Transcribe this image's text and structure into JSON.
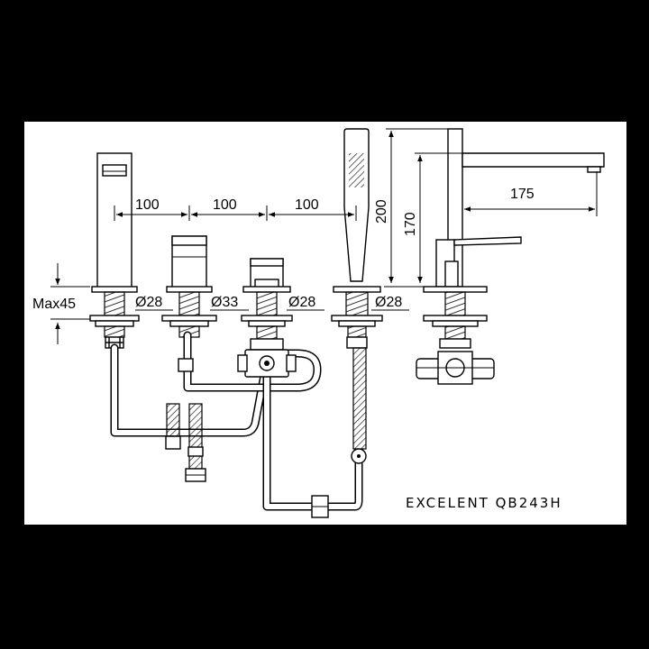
{
  "dimensions": {
    "spacing_1": "100",
    "spacing_2": "100",
    "spacing_3": "100",
    "spout_reach": "175",
    "height_total": "200",
    "height_spout": "170",
    "deck_thickness": "Max45",
    "hole_1": "Ø28",
    "hole_2": "Ø33",
    "hole_3": "Ø28",
    "hole_4": "Ø28"
  },
  "model_label": "EXCELENT QB243H",
  "colors": {
    "background": "#000000",
    "sheet": "#ffffff",
    "line": "#000000"
  }
}
